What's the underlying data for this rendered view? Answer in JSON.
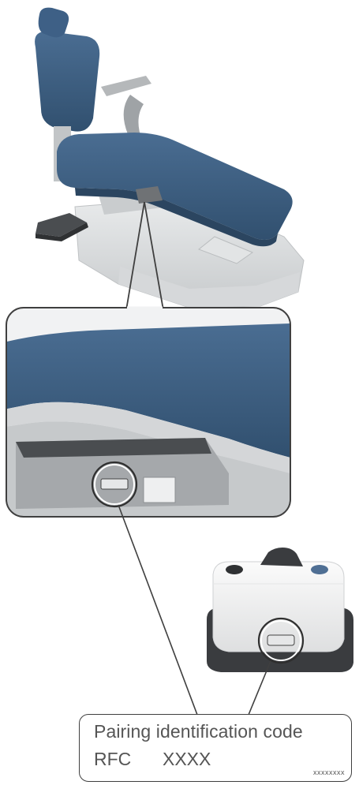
{
  "label": {
    "title": "Pairing identification code",
    "prefix": "RFC",
    "code": "XXXX",
    "small_code": "xxxxxxxx"
  },
  "colors": {
    "upholstery": "#3c5d80",
    "upholstery_dark": "#2e4966",
    "frame_gray": "#cfd2d4",
    "outline": "#3f3f3f"
  }
}
